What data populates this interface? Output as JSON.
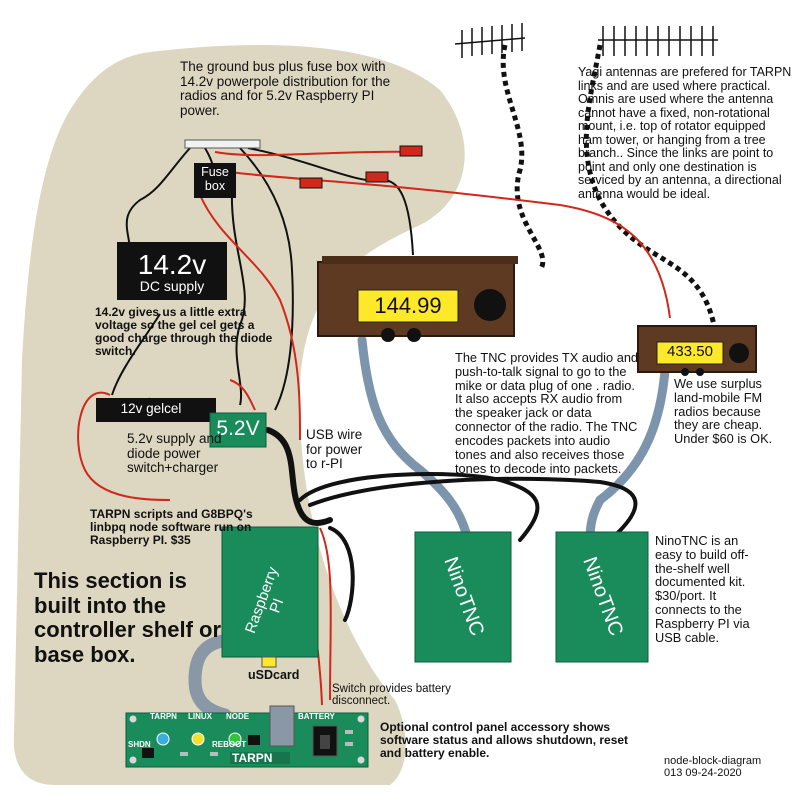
{
  "notes": {
    "ground_bus": "The ground bus plus fuse box with 14.2v powerpole distribution for the radios and for 5.2v Raspberry PI power.",
    "yagi": "Yagi antennas are prefered for TARPN links and are used where practical.  Omnis are used where the antenna cannot have a fixed, non-rotational mount, i.e. top of rotator equipped ham tower, or hanging from a tree branch.. Since the links are point to point and only one destination is serviced by an antenna, a directional antenna would be ideal.",
    "supply_note": "14.2v gives us a little extra voltage so the gel cel gets a good charge through the diode switch.",
    "tnc_note": "The TNC provides TX audio and push-to-talk signal to go to the mike or data plug of one . radio. It also accepts RX audio from the speaker jack or data connector of the radio. The TNC encodes packets into audio tones and also receives those tones to decode into packets.",
    "radios_note": "We use surplus land-mobile FM radios because they are cheap. Under $60 is OK.",
    "usb_note": "USB wire for power to r-PI",
    "supply_5v_note": "5.2v supply and diode power switch+charger",
    "tarpn_note": "TARPN scripts and G8BPQ's linbpq node software run on Raspberry PI. $35",
    "section_note": "This section is built into the controller shelf or base box.",
    "ninotnc_note": "NinoTNC  is an easy to build off-the-shelf well documented kit. $30/port. It connects to the Raspberry PI via USB cable.",
    "switch_note": "Switch provides battery disconnect.",
    "panel_note": "Optional control panel accessory shows software status and allows shutdown, reset and battery enable.",
    "footer": "node-block-diagram 013    09-24-2020"
  },
  "labels": {
    "fuse_box": "Fuse box",
    "dc_supply_volts": "14.2v",
    "dc_supply_name": "DC supply",
    "gelcel": "12v gelcel",
    "reg_5v": "5.2V",
    "radio1_freq": "144.99",
    "radio2_freq": "433.50",
    "raspberry_pi": "Raspberry PI",
    "usd_card": "uSDcard",
    "tnc1": "NinoTNC",
    "tnc2": "NinoTNC"
  },
  "control_panel": {
    "tarpn_label": "TARPN",
    "linux_label": "LINUX",
    "node_label": "NODE",
    "battery_label": "BATTERY",
    "shdn_label": "SHDN",
    "reboot_label": "REBOOT",
    "brand": "TARPN"
  },
  "colors": {
    "background_blob": "#ddd6c1",
    "green_board": "#1a8c5c",
    "radio_brown": "#5e3a22",
    "freq_display": "#fde92a",
    "coax_blue": "#7d94ad",
    "power_red": "#d0281a",
    "power_black": "#111111"
  }
}
